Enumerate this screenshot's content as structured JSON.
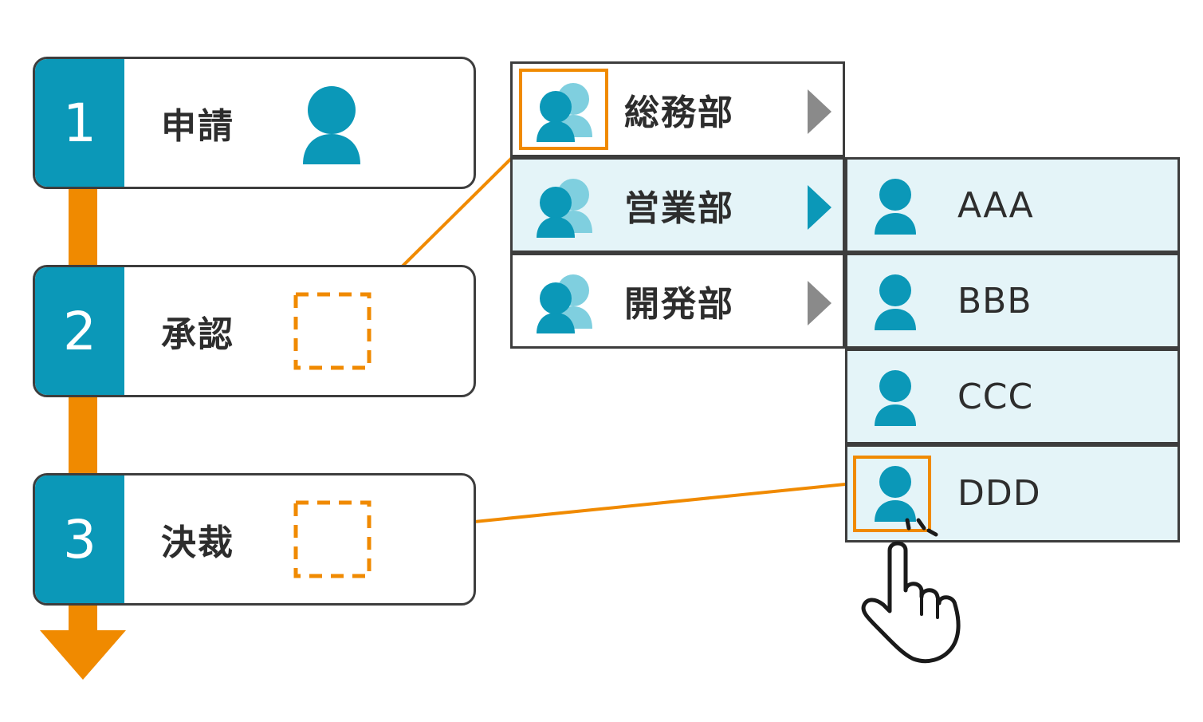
{
  "workflow": {
    "steps": [
      {
        "number": "1",
        "label": "申請"
      },
      {
        "number": "2",
        "label": "承認"
      },
      {
        "number": "3",
        "label": "決裁"
      }
    ]
  },
  "departments": {
    "items": [
      {
        "label": "総務部",
        "icon": "group-icon",
        "selected": false
      },
      {
        "label": "営業部",
        "icon": "group-icon",
        "selected": true
      },
      {
        "label": "開発部",
        "icon": "group-icon",
        "selected": false
      }
    ]
  },
  "people": {
    "items": [
      {
        "label": "AAA",
        "icon": "person-icon"
      },
      {
        "label": "BBB",
        "icon": "person-icon"
      },
      {
        "label": "CCC",
        "icon": "person-icon"
      },
      {
        "label": "DDD",
        "icon": "person-icon"
      }
    ]
  },
  "colors": {
    "accent": "#0b98b8",
    "accent_light": "#7fcfdf",
    "highlight": "#f08a00",
    "row_active": "#e4f4f8",
    "border": "#3d3d3d"
  }
}
